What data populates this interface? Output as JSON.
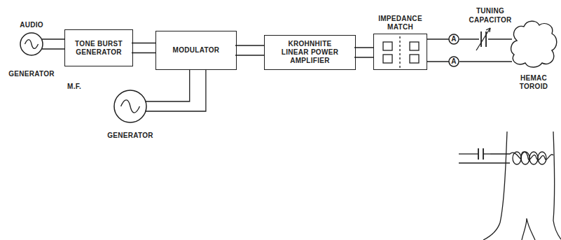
{
  "diagram": {
    "nodes": [
      {
        "text": [
          "AUDIO",
          "GENERATOR"
        ]
      },
      {
        "text": [
          "TONE BURST GENERATOR"
        ]
      },
      {
        "text": [
          "MODULATOR"
        ]
      },
      {
        "text": [
          "M.F.",
          "GENERATOR"
        ]
      },
      {
        "text": [
          "KROHNHITE LINEAR POWER AMPLIFIER"
        ]
      },
      {
        "text": [
          "IMPEDANCE MATCH"
        ]
      },
      {
        "text": [
          "A"
        ]
      },
      {
        "text": [
          "A"
        ]
      },
      {
        "text": [
          "HEMAC TOROID"
        ]
      }
    ],
    "edges": [
      {
        "from": 0,
        "to": 1,
        "arrow": "none"
      },
      {
        "from": 1,
        "to": 2,
        "arrow": "none"
      },
      {
        "from": 3,
        "to": 2,
        "arrow": "none"
      },
      {
        "from": 2,
        "to": 4,
        "arrow": "none"
      },
      {
        "from": 4,
        "to": 5,
        "arrow": "none"
      },
      {
        "from": 5,
        "to": 6,
        "arrow": "none"
      },
      {
        "from": 5,
        "to": 7,
        "arrow": "none"
      },
      {
        "from": 6,
        "to": 8,
        "arrow": "none"
      },
      {
        "from": 7,
        "to": 8,
        "arrow": "none"
      }
    ],
    "labels": [
      "TUNING CAPACITOR"
    ]
  }
}
